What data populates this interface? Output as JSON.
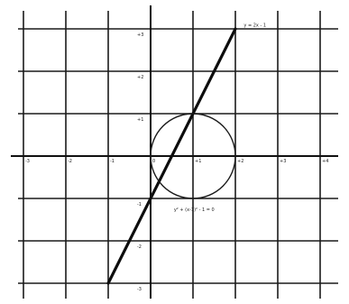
{
  "chart_data": {
    "type": "line",
    "title": "",
    "xlabel": "",
    "ylabel": "",
    "xlim": [
      -3.2,
      4.2
    ],
    "ylim": [
      -3.3,
      3.3
    ],
    "grid": true,
    "x_ticks": [
      {
        "value": -3,
        "label": "-3"
      },
      {
        "value": -2,
        "label": "-2"
      },
      {
        "value": -1,
        "label": "-1"
      },
      {
        "value": 0,
        "label": "0"
      },
      {
        "value": 1,
        "label": "+1"
      },
      {
        "value": 2,
        "label": "+2"
      },
      {
        "value": 3,
        "label": "+3"
      },
      {
        "value": 4,
        "label": "+4"
      }
    ],
    "y_ticks": [
      {
        "value": 3,
        "label": "+3"
      },
      {
        "value": 2,
        "label": "+2"
      },
      {
        "value": 1,
        "label": "+1"
      },
      {
        "value": -1,
        "label": "-1"
      },
      {
        "value": -2,
        "label": "-2"
      },
      {
        "value": -3,
        "label": "-3"
      }
    ],
    "series": [
      {
        "name": "y = 2x - 1",
        "kind": "line",
        "points": [
          [
            -1,
            -3
          ],
          [
            2,
            3
          ]
        ]
      },
      {
        "name": "y² + (x-1)² - 1 = 0",
        "kind": "circle",
        "center": [
          1,
          0
        ],
        "radius": 1
      }
    ],
    "annotations": [
      {
        "text": "y = 2x - 1",
        "at": [
          2.2,
          3.05
        ],
        "refers_to": 0
      },
      {
        "text": "y² + (x-1)² - 1 = 0",
        "at": [
          0.55,
          -1.3
        ],
        "refers_to": 1
      }
    ]
  }
}
